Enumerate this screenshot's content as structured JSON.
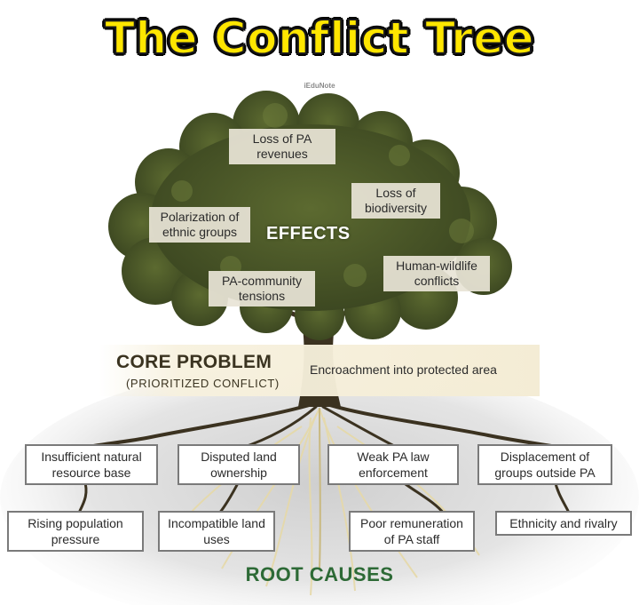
{
  "title": "The Conflict Tree",
  "watermark": "iEduNote",
  "effects": {
    "label": "EFFECTS",
    "items": [
      "Loss of PA revenues",
      "Loss of biodiversity",
      "Polarization of ethnic groups",
      "Human-wildlife conflicts",
      "PA-community tensions"
    ]
  },
  "core": {
    "title": "CORE PROBLEM",
    "subtitle": "(PRIORITIZED CONFLICT)",
    "text": "Encroachment into protected area"
  },
  "root_causes": {
    "label": "ROOT CAUSES",
    "upper": [
      "Insufficient natural resource base",
      "Disputed land ownership",
      "Weak PA law enforcement",
      "Displacement of groups outside PA"
    ],
    "lower": [
      "Rising population pressure",
      "Incompatible land uses",
      "Poor remuneration of PA staff",
      "Ethnicity and rivalry"
    ]
  },
  "colors": {
    "title_fill": "#ffe600",
    "foliage": "#4e5a2a",
    "trunk": "#3b3220",
    "root_label": "#2d6a36"
  }
}
